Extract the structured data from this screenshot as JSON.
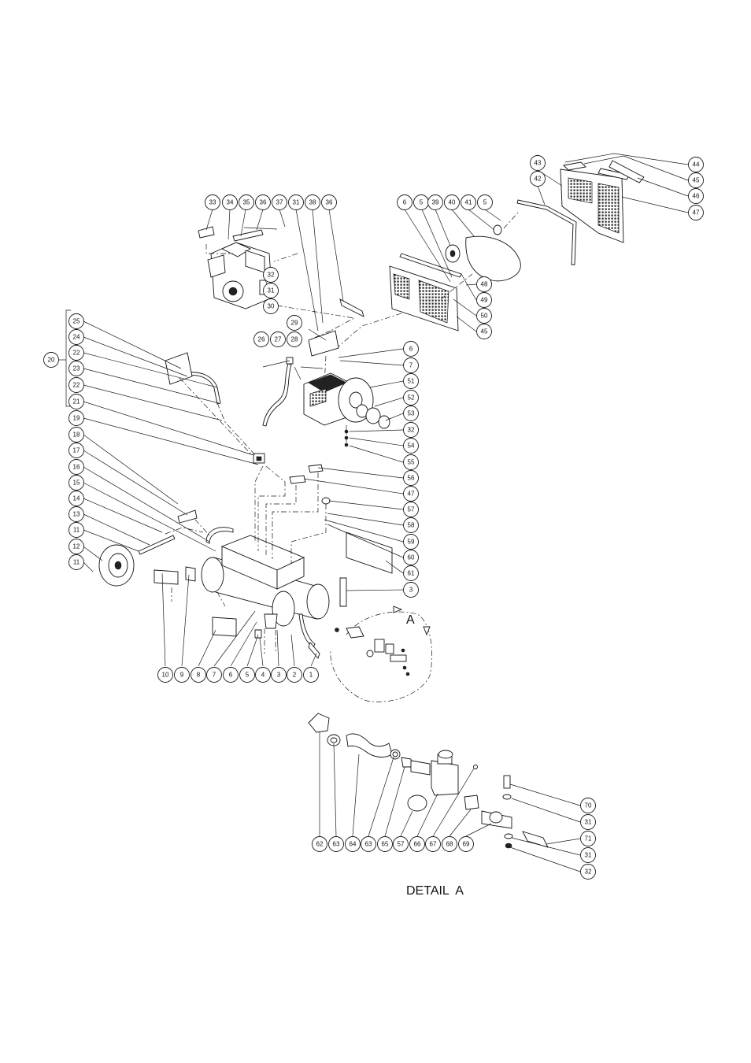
{
  "diagram": {
    "detail_marker": "A",
    "detail_caption": "DETAIL  A",
    "callouts": {
      "c44": "44",
      "c43": "43",
      "c42": "42",
      "c45a": "45",
      "c46": "46",
      "c47a": "47",
      "c33": "33",
      "c34": "34",
      "c35": "35",
      "c36a": "36",
      "c37": "37",
      "c31a": "31",
      "c38": "38",
      "c36b": "36",
      "c6a": "6",
      "c5a": "5",
      "c39": "39",
      "c40": "40",
      "c41": "41",
      "c5b": "5",
      "c32a": "32",
      "c31b": "31",
      "c30": "30",
      "c48": "48",
      "c49": "49",
      "c50": "50",
      "c45b": "45",
      "c29": "29",
      "c26": "26",
      "c27": "27",
      "c28": "28",
      "c6b": "6",
      "c7a": "7",
      "c25": "25",
      "c24": "24",
      "c22a": "22",
      "c20": "20",
      "c23": "23",
      "c22b": "22",
      "c21": "21",
      "c51": "51",
      "c52": "52",
      "c53": "53",
      "c32b": "32",
      "c54": "54",
      "c55": "55",
      "c19": "19",
      "c18": "18",
      "c17": "17",
      "c16": "16",
      "c15": "15",
      "c14": "14",
      "c13": "13",
      "c11a": "11",
      "c12": "12",
      "c11b": "11",
      "c56": "56",
      "c47b": "47",
      "c57a": "57",
      "c58": "58",
      "c59": "59",
      "c60": "60",
      "c61": "61",
      "c3a": "3",
      "c10": "10",
      "c9": "9",
      "c8": "8",
      "c7b": "7",
      "c6c": "6",
      "c5c": "5",
      "c4": "4",
      "c3b": "3",
      "c2": "2",
      "c1": "1",
      "c62": "62",
      "c63a": "63",
      "c64": "64",
      "c63b": "63",
      "c65": "65",
      "c57b": "57",
      "c66": "66",
      "c67": "67",
      "c68": "68",
      "c69": "69",
      "c70": "70",
      "c31c": "31",
      "c71": "71",
      "c31d": "31",
      "c32c": "32"
    }
  }
}
